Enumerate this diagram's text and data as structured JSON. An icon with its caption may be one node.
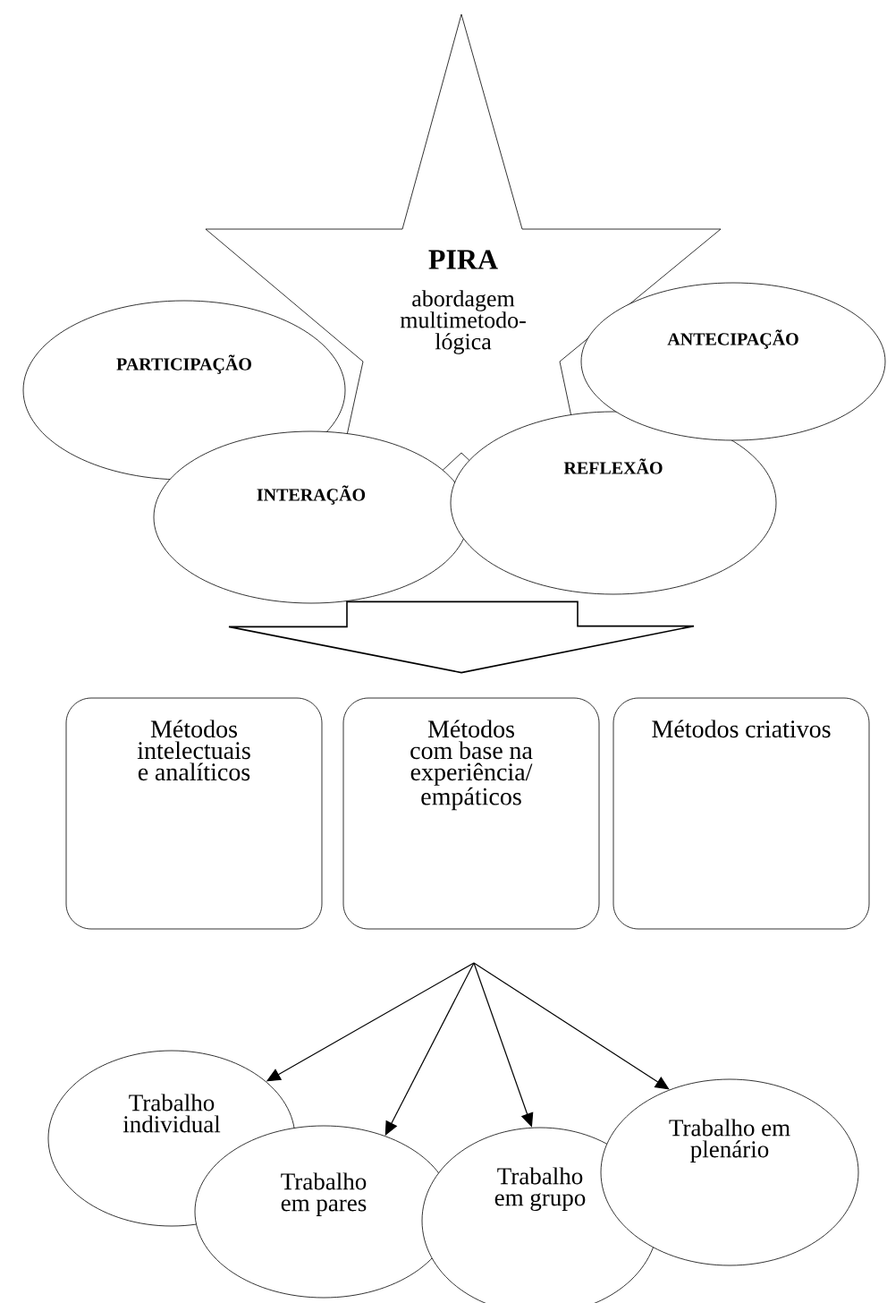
{
  "diagram": {
    "nodes": [
      {
        "text": [
          "PIRA",
          "abordagem multimetodo- lógica"
        ]
      },
      {
        "text": [
          "PARTICIPAÇÃO"
        ]
      },
      {
        "text": [
          "ANTECIPAÇÃO"
        ]
      },
      {
        "text": [
          "INTERAÇÃO"
        ]
      },
      {
        "text": [
          "REFLEXÃO"
        ]
      },
      {
        "text": [
          "Métodos intelectuais e analíticos"
        ]
      },
      {
        "text": [
          "Métodos com base na experiência/ empáticos"
        ]
      },
      {
        "text": [
          "Métodos criativos"
        ]
      },
      {
        "text": [
          "Trabalho individual"
        ]
      },
      {
        "text": [
          "Trabalho em pares"
        ]
      },
      {
        "text": [
          "Trabalho em grupo"
        ]
      },
      {
        "text": [
          "Trabalho em plenário"
        ]
      }
    ],
    "edges": [
      {
        "from": 0,
        "to": 6,
        "arrow": "to",
        "style": "thick"
      },
      {
        "from": null,
        "to": 8,
        "arrow": "to"
      },
      {
        "from": null,
        "to": 9,
        "arrow": "to"
      },
      {
        "from": null,
        "to": 10,
        "arrow": "to"
      },
      {
        "from": null,
        "to": 11,
        "arrow": "to"
      }
    ]
  }
}
